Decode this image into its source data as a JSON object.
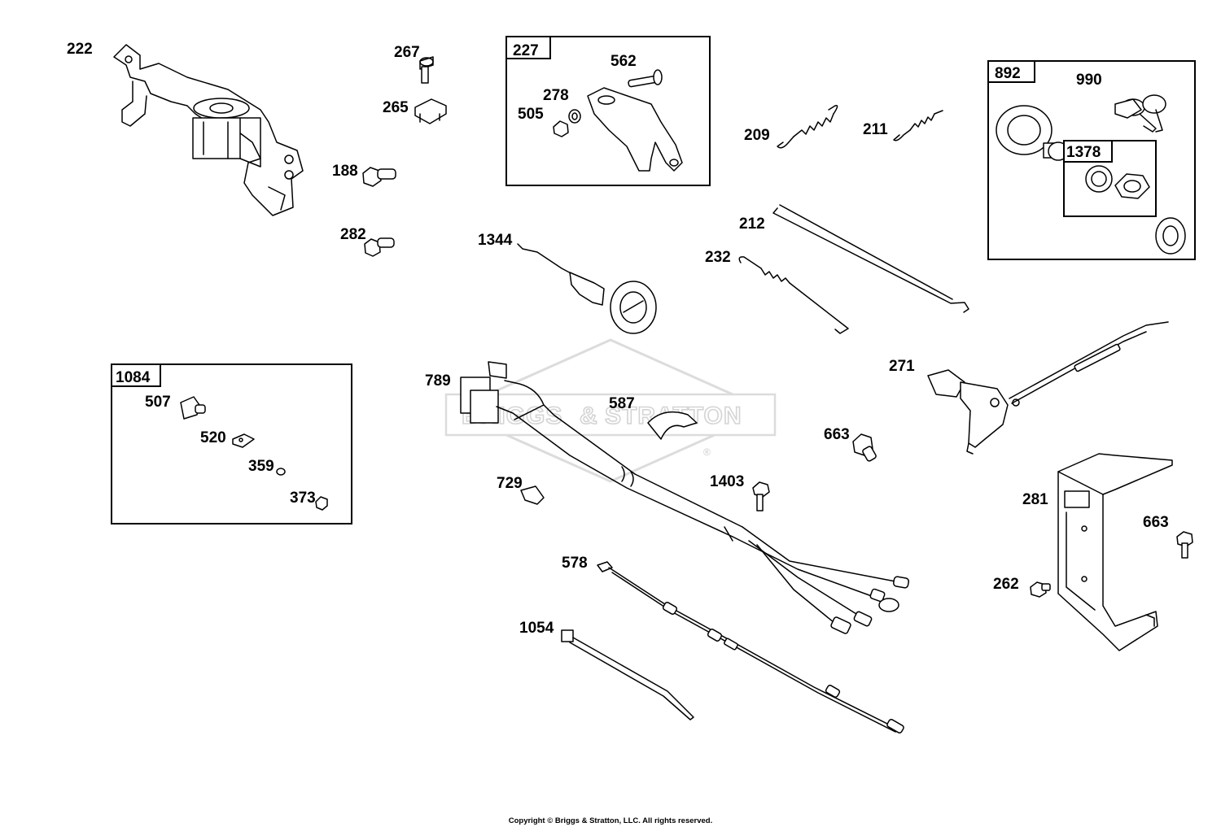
{
  "diagram": {
    "watermark": {
      "line1": "BRIGGS",
      "amp": "&",
      "line2": "STRATTON",
      "mark": "®"
    },
    "copyright": "Copyright © Briggs & Stratton, LLC. All rights reserved.",
    "labels": {
      "p222": "222",
      "p267": "267",
      "p265": "265",
      "p188": "188",
      "p282": "282",
      "p227": "227",
      "p562": "562",
      "p278": "278",
      "p505": "505",
      "p209": "209",
      "p211": "211",
      "p212": "212",
      "p232": "232",
      "p892": "892",
      "p990": "990",
      "p1378": "1378",
      "p1344": "1344",
      "p1084": "1084",
      "p507": "507",
      "p520": "520",
      "p359": "359",
      "p373": "373",
      "p789": "789",
      "p587": "587",
      "p729": "729",
      "p578": "578",
      "p1054": "1054",
      "p1403": "1403",
      "p663a": "663",
      "p271": "271",
      "p281": "281",
      "p663b": "663",
      "p262": "262"
    }
  }
}
